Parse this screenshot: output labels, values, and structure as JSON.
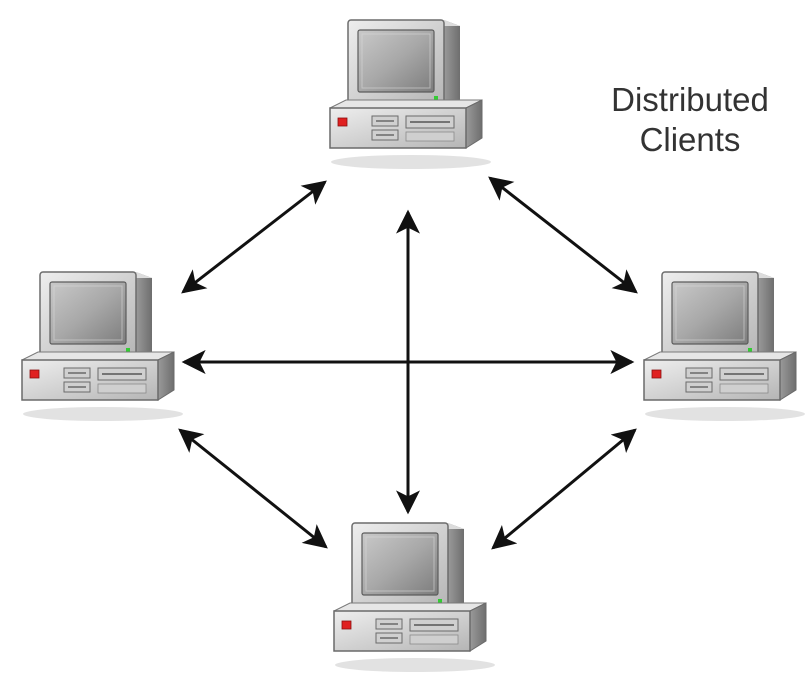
{
  "diagram": {
    "caption_line1": "Distributed",
    "caption_line2": "Clients"
  },
  "nodes": [
    {
      "id": "top",
      "icon": "desktop-computer-icon"
    },
    {
      "id": "left",
      "icon": "desktop-computer-icon"
    },
    {
      "id": "right",
      "icon": "desktop-computer-icon"
    },
    {
      "id": "bottom",
      "icon": "desktop-computer-icon"
    }
  ],
  "connections": [
    {
      "from": "top",
      "to": "left",
      "bidirectional": true
    },
    {
      "from": "top",
      "to": "right",
      "bidirectional": true
    },
    {
      "from": "left",
      "to": "bottom",
      "bidirectional": true
    },
    {
      "from": "right",
      "to": "bottom",
      "bidirectional": true
    },
    {
      "from": "left",
      "to": "right",
      "bidirectional": true
    },
    {
      "from": "top",
      "to": "bottom",
      "bidirectional": true
    }
  ],
  "colors": {
    "case_light": "#d9d9d9",
    "case_dark": "#8a8a8a",
    "screen": "#9e9e9e",
    "power_led": "#e02020",
    "status_led": "#33cc33",
    "arrow": "#111111"
  }
}
